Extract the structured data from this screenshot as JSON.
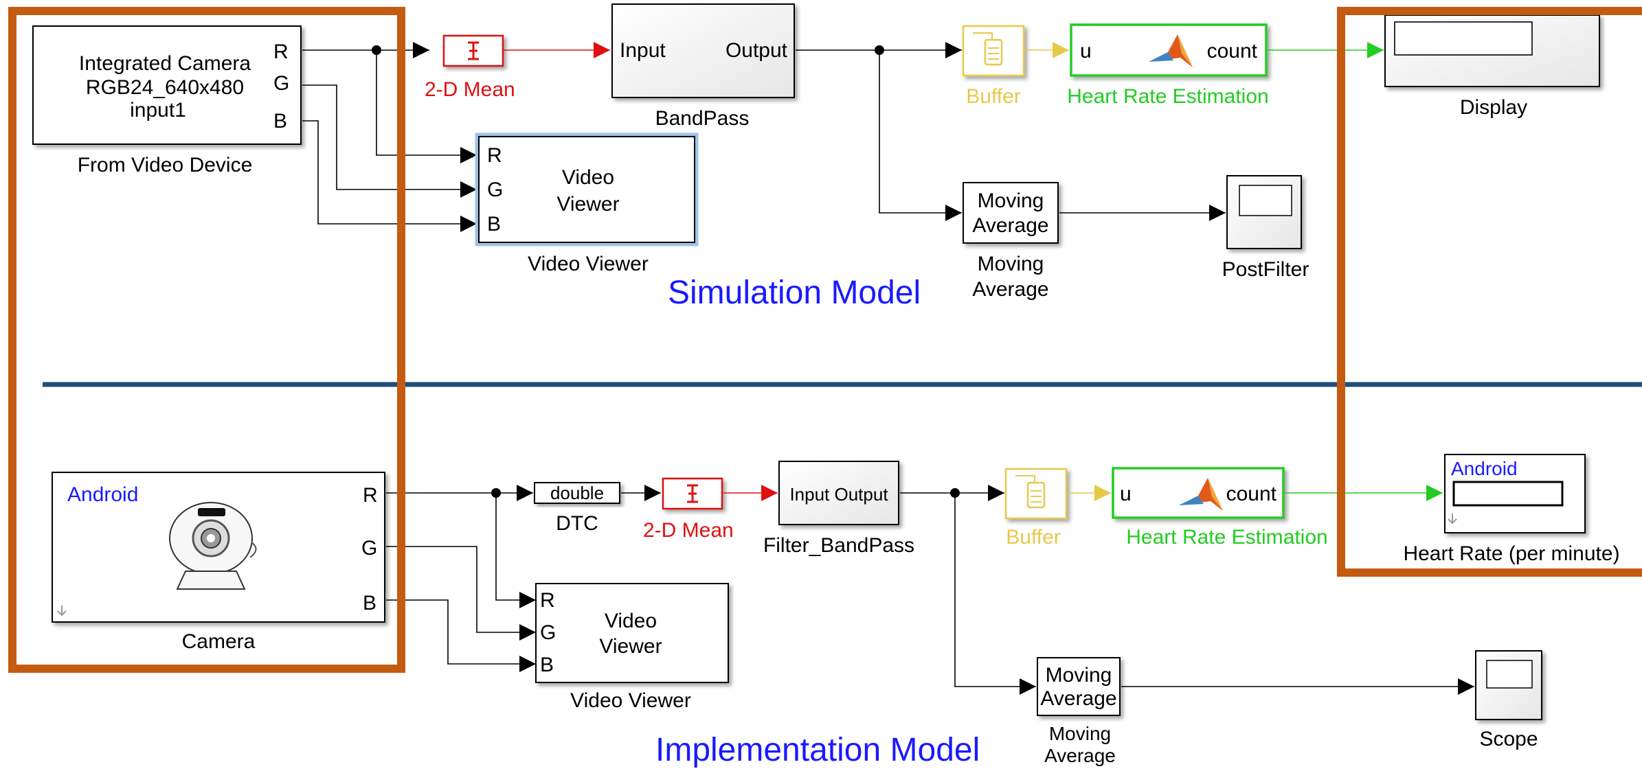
{
  "simulation": {
    "title": "Simulation Model",
    "source_block": {
      "line1": "Integrated Camera",
      "line2": "RGB24_640x480",
      "line3": "input1",
      "ports": [
        "R",
        "G",
        "B"
      ],
      "caption": "From Video Device"
    },
    "mean_caption": "2-D Mean",
    "bandpass": {
      "input": "Input",
      "output": "Output",
      "caption": "BandPass"
    },
    "video_viewer": {
      "ports": [
        "R",
        "G",
        "B"
      ],
      "line1": "Video",
      "line2": "Viewer",
      "caption": "Video Viewer"
    },
    "buffer_caption": "Buffer",
    "hr_estimation": {
      "in": "u",
      "out": "count",
      "caption": "Heart Rate Estimation"
    },
    "display_caption": "Display",
    "moving_average": {
      "line1": "Moving",
      "line2": "Average",
      "caption1": "Moving",
      "caption2": "Average"
    },
    "scope_caption": "PostFilter"
  },
  "implementation": {
    "title": "Implementation Model",
    "camera_block": {
      "platform": "Android",
      "ports": [
        "R",
        "G",
        "B"
      ],
      "caption": "Camera"
    },
    "dtc": {
      "label": "double",
      "caption": "DTC"
    },
    "mean_caption": "2-D Mean",
    "bandpass": {
      "label": "Input Output",
      "caption": "Filter_BandPass"
    },
    "buffer_caption": "Buffer",
    "hr_estimation": {
      "in": "u",
      "out": "count",
      "caption": "Heart Rate Estimation"
    },
    "display": {
      "platform": "Android",
      "caption": "Heart Rate (per minute)"
    },
    "video_viewer": {
      "ports": [
        "R",
        "G",
        "B"
      ],
      "line1": "Video",
      "line2": "Viewer",
      "caption": "Video Viewer"
    },
    "moving_average": {
      "line1": "Moving",
      "line2": "Average",
      "caption1": "Moving",
      "caption2": "Average"
    },
    "scope_caption": "Scope"
  },
  "colors": {
    "highlight_frame": "#c55a11",
    "divider": "#1f4e79",
    "model_title": "#1a1aff",
    "mean_red": "#e01010",
    "buffer_yellow": "#e8c84a",
    "hr_green": "#22cc22",
    "android_blue": "#1a1aff"
  }
}
